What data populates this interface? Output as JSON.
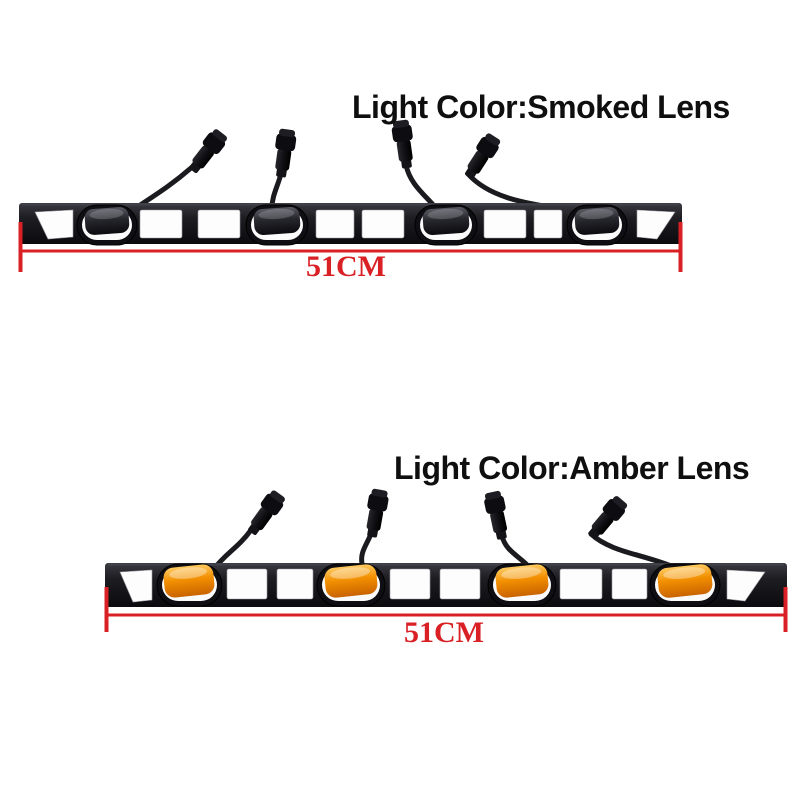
{
  "page": {
    "background_color": "#ffffff"
  },
  "colors": {
    "dimension_red": "#d92025",
    "title_text": "#0f0f10",
    "bar_dark": "#1a1a1f",
    "cable_dark": "#1b1b1f"
  },
  "products": [
    {
      "title": "Light Color:Smoked Lens",
      "lens_name": "smoked",
      "dimension_label": "51CM",
      "lens_gradient": [
        "#5a5a64",
        "#26262d",
        "#0b0b0f"
      ],
      "highlight_opacity": "0.18"
    },
    {
      "title": "Light Color:Amber Lens",
      "lens_name": "amber",
      "dimension_label": "51CM",
      "lens_gradient": [
        "#ffca60",
        "#f28f00",
        "#c96300"
      ],
      "highlight_opacity": "0.35"
    }
  ]
}
